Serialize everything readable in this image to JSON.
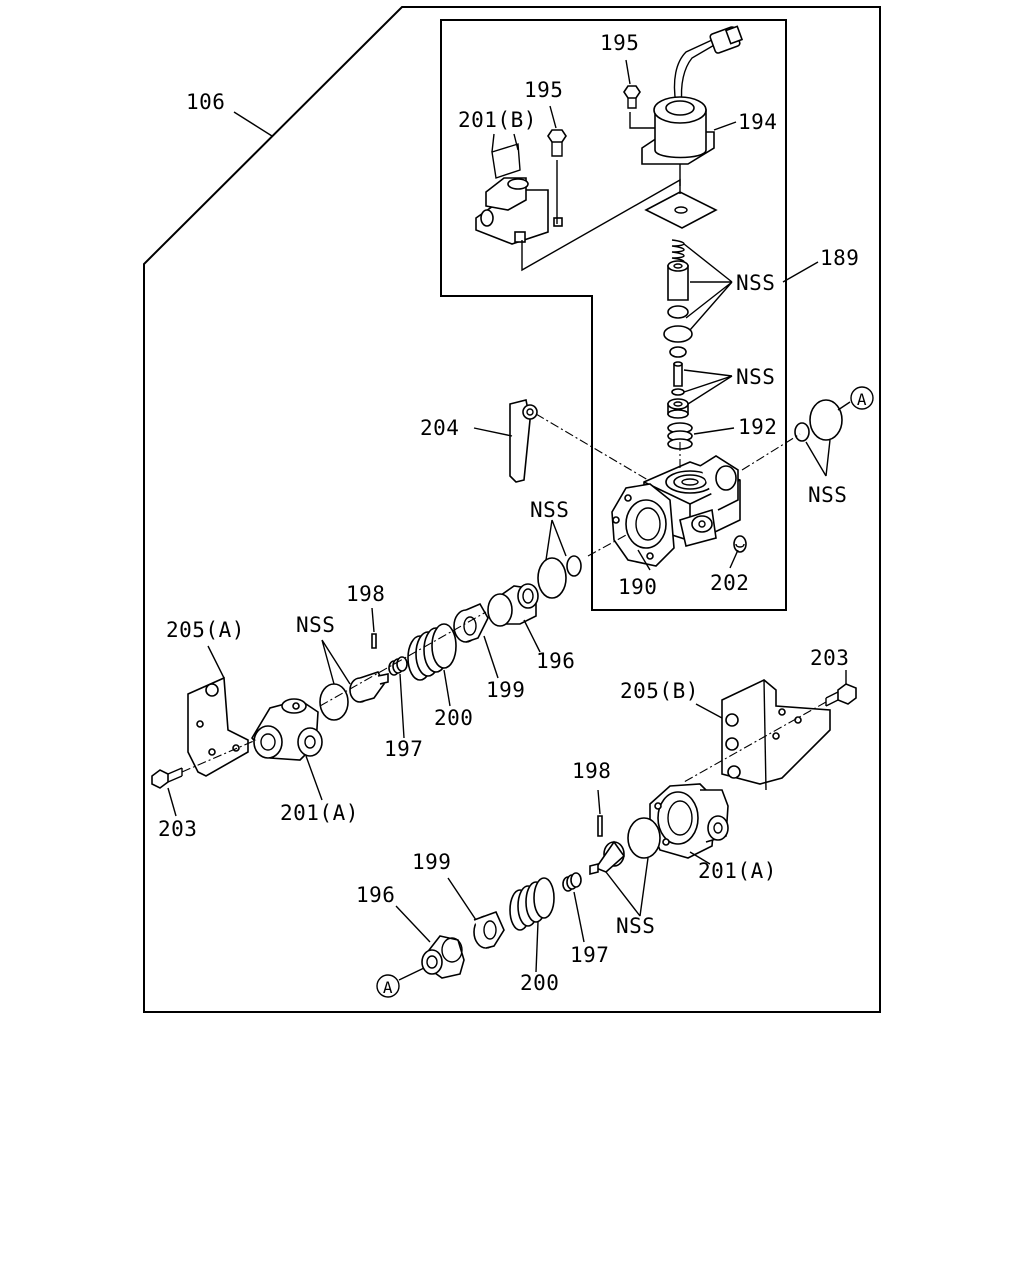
{
  "labels": {
    "l106": "106",
    "l195a": "195",
    "l195b": "195",
    "l194": "194",
    "l201b": "201(B)",
    "l189": "189",
    "lnss1": "NSS",
    "lnss2": "NSS",
    "l204": "204",
    "l192": "192",
    "lnss3": "NSS",
    "lnss4": "NSS",
    "l190": "190",
    "l202": "202",
    "l198a": "198",
    "l205a": "205(A)",
    "lnss5": "NSS",
    "l196a": "196",
    "l199a": "199",
    "l200a": "200",
    "l197a": "197",
    "l203a": "203",
    "l201a1": "201(A)",
    "l203b": "203",
    "l205b": "205(B)",
    "l198b": "198",
    "l201a2": "201(A)",
    "l199b": "199",
    "l196b": "196",
    "lnss6": "NSS",
    "l200b": "200",
    "l197b": "197",
    "refA1": "A",
    "refA2": "A"
  },
  "colors": {
    "ink": "#000000",
    "paper": "#ffffff"
  }
}
